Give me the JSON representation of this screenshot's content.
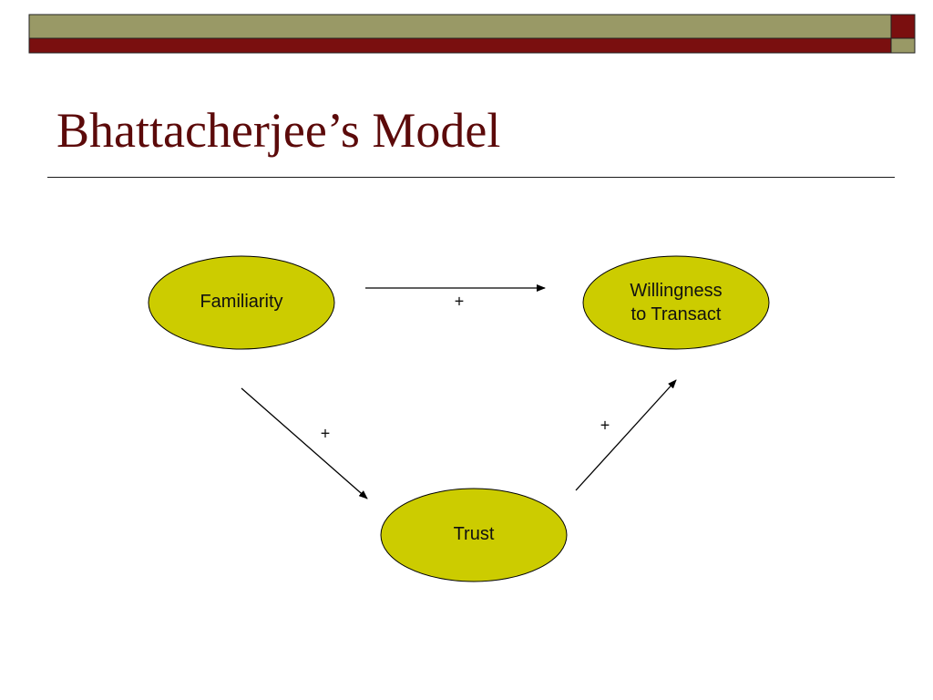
{
  "slide": {
    "title": "Bhattacherjee’s Model"
  },
  "colors": {
    "header_olive": "#999966",
    "header_maroon": "#7a0f0f",
    "node_fill": "#cccc00",
    "title_text": "#5c0a0a"
  },
  "nodes": {
    "familiarity": "Familiarity",
    "willingness_line1": "Willingness",
    "willingness_line2": "to Transact",
    "trust": "Trust"
  },
  "edges": {
    "familiarity_to_willingness": "+",
    "familiarity_to_trust": "+",
    "trust_to_willingness": "+"
  }
}
